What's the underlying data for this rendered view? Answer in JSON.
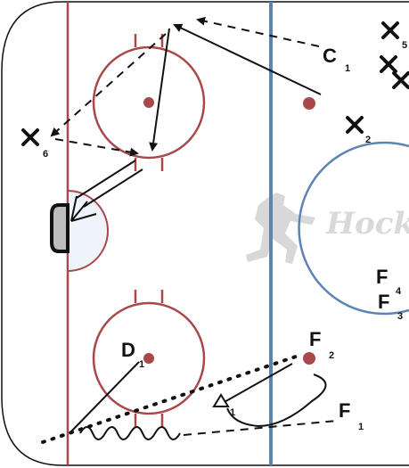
{
  "watermark": {
    "text": "Hock"
  },
  "players": {
    "c1": {
      "main": "C",
      "sub": "1"
    },
    "d1": {
      "main": "D",
      "sub": "1"
    },
    "f2": {
      "main": "F",
      "sub": "2"
    },
    "f1": {
      "main": "F",
      "sub": "1"
    },
    "f4": {
      "main": "F",
      "sub": "4"
    },
    "f3": {
      "main": "F",
      "sub": "3"
    },
    "triangle1": {
      "sub": "1"
    }
  },
  "opponents": {
    "x6": {
      "sub": "6"
    },
    "x2": {
      "sub": "2"
    },
    "x5": {
      "sub": "5"
    }
  },
  "colors": {
    "red_line": "#a8484a",
    "blue_line": "#5b84b1",
    "circle": "#a8484a",
    "crease_fill": "#eef4fa",
    "ink": "#111111"
  }
}
